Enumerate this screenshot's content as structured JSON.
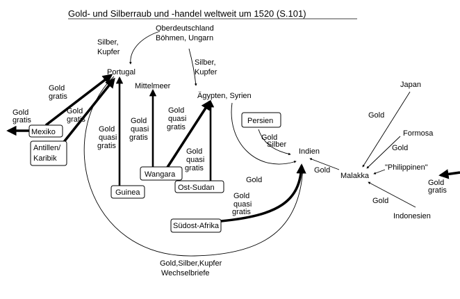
{
  "title": "Gold- und Silberraub und -handel weltweit um 1520 (S.101)",
  "places": {
    "oberdeutschland": "Oberdeutschland",
    "boehmen": "Böhmen, Ungarn",
    "portugal": "Portugal",
    "mittelmeer": "Mittelmeer",
    "aegypten": "Ägypten, Syrien",
    "persien": "Persien",
    "indien": "Indien",
    "japan": "Japan",
    "formosa": "Formosa",
    "philippinen": "\"Philippinen\"",
    "malakka": "Malakka",
    "indonesien": "Indonesien",
    "mexiko": "Mexiko",
    "antillen_1": "Antillen/",
    "antillen_2": "Karibik",
    "guinea": "Guinea",
    "wangara": "Wangara",
    "ost_sudan": "Ost-Sudan",
    "suedost_afrika": "Südost-Afrika"
  },
  "flows": {
    "silber_kupfer_top_1": "Silber,",
    "silber_kupfer_top_2": "Kupfer",
    "silber_kupfer_right_1": "Silber,",
    "silber_kupfer_right_2": "Kupfer",
    "mexiko_gold_1": "Gold",
    "mexiko_gold_2": "gratis",
    "left_out_gold_1": "Gold",
    "left_out_gold_2": "gratis",
    "antillen_gold_1": "Gold",
    "antillen_gold_2": "gratis",
    "guinea_gold_1": "Gold",
    "guinea_gold_2": "quasi",
    "guinea_gold_3": "gratis",
    "mittelmeer_gold_1": "Gold",
    "mittelmeer_gold_2": "quasi",
    "mittelmeer_gold_3": "gratis",
    "wangara_gold_1": "Gold",
    "wangara_gold_2": "quasi",
    "wangara_gold_3": "gratis",
    "ostsudan_gold_1": "Gold",
    "ostsudan_gold_2": "quasi",
    "ostsudan_gold_3": "gratis",
    "persien_gold": "Gold",
    "persien_silber": "Silber",
    "aegypten_indien_gold": "Gold",
    "suedost_gold_1": "Gold",
    "suedost_gold_2": "quasi",
    "suedost_gold_3": "gratis",
    "malakka_indien_gold": "Gold",
    "japan_gold": "Gold",
    "formosa_gold": "Gold",
    "indonesien_gold": "Gold",
    "right_in_gold_1": "Gold",
    "right_in_gold_2": "gratis",
    "bottom_1": "Gold,Silber,Kupfer",
    "bottom_2": "Wechselbriefe"
  }
}
